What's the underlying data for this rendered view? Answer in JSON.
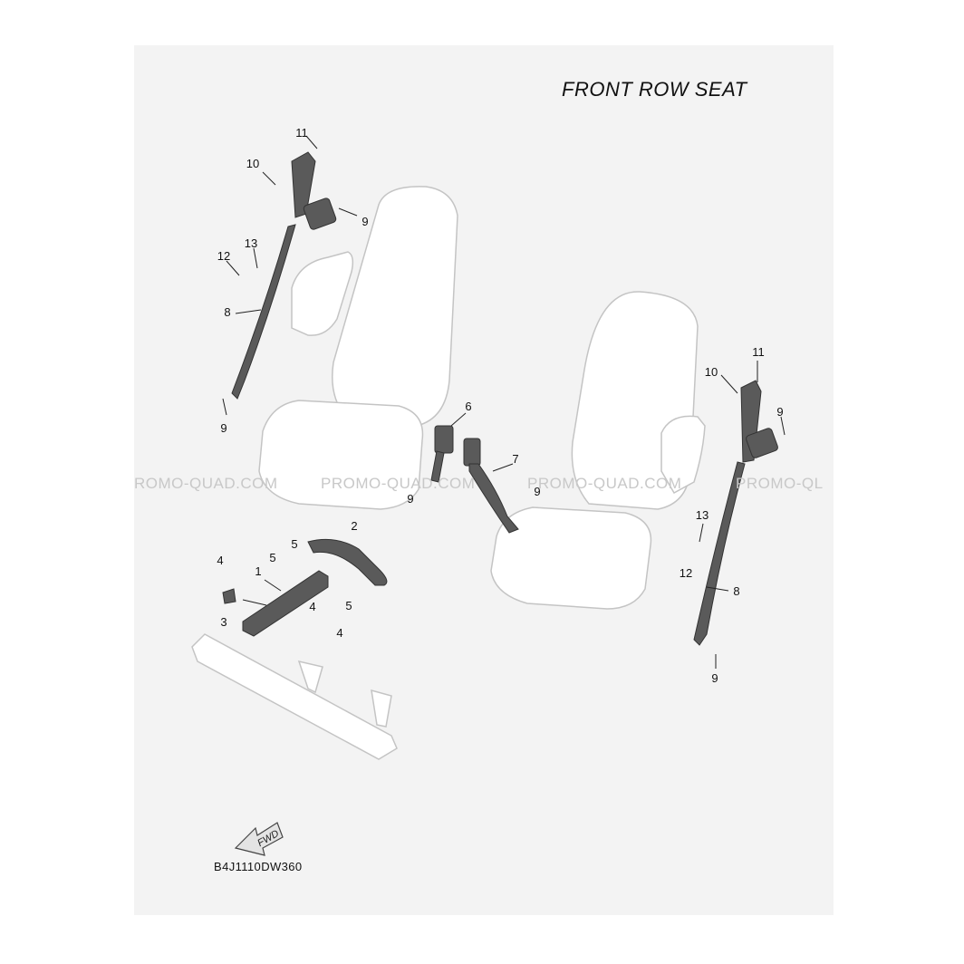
{
  "title": "FRONT ROW SEAT",
  "diagram_code": "B4J1110DW360",
  "fwd_label": "FWD",
  "watermarks": [
    "ROMO-QUAD.COM",
    "PROMO-QUAD.COM",
    "PROMO-QUAD.COM",
    "PROMO-QL"
  ],
  "callouts": {
    "c1": "1",
    "c2": "2",
    "c3": "3",
    "c4a": "4",
    "c4b": "4",
    "c4c": "4",
    "c5a": "5",
    "c5b": "5",
    "c5c": "5",
    "c6": "6",
    "c7": "7",
    "c8l": "8",
    "c8r": "8",
    "c9a": "9",
    "c9b": "9",
    "c9c": "9",
    "c9d": "9",
    "c9e": "9",
    "c9f": "9",
    "c10l": "10",
    "c10r": "10",
    "c11l": "11",
    "c11r": "11",
    "c12l": "12",
    "c12r": "12",
    "c13l": "13",
    "c13r": "13"
  },
  "colors": {
    "part_dark": "#555555",
    "seat_outline": "#c4c4c4",
    "sheet": "#f3f3f3"
  }
}
